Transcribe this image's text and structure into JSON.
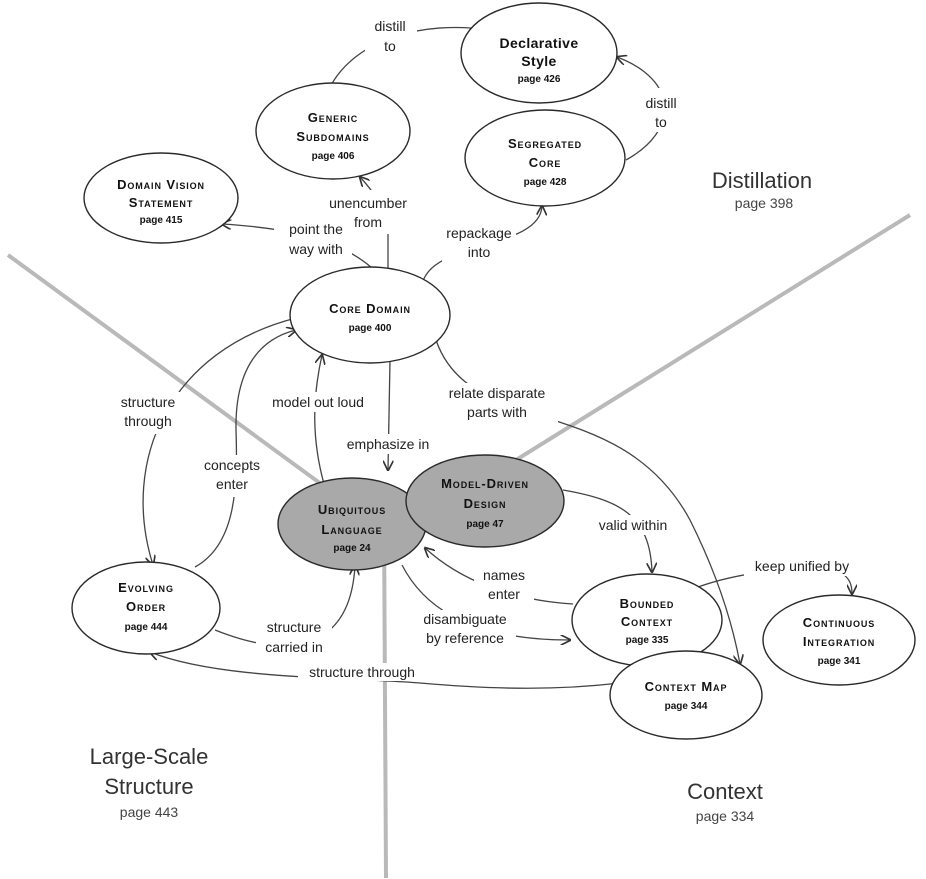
{
  "regions": {
    "distillation": {
      "name": "Distillation",
      "page": "page 398"
    },
    "large_scale": {
      "name_line1": "Large-Scale",
      "name_line2": "Structure",
      "page": "page 443"
    },
    "context": {
      "name": "Context",
      "page": "page 334"
    }
  },
  "nodes": {
    "declarative_style": {
      "title1": "Declarative",
      "title2": "Style",
      "page": "page 426"
    },
    "generic_subdomains": {
      "title1": "Generic",
      "title2": "Subdomains",
      "page": "page 406"
    },
    "segregated_core": {
      "title1": "Segregated",
      "title2": "Core",
      "page": "page 428"
    },
    "domain_vision": {
      "title1": "Domain Vision",
      "title2": "Statement",
      "page": "page 415"
    },
    "core_domain": {
      "title1": "Core Domain",
      "page": "page 400"
    },
    "ubiquitous_language": {
      "title1": "Ubiquitous",
      "title2": "Language",
      "page": "page 24"
    },
    "model_driven_design": {
      "title1": "Model-Driven",
      "title2": "Design",
      "page": "page 47"
    },
    "evolving_order": {
      "title1": "Evolving",
      "title2": "Order",
      "page": "page 444"
    },
    "bounded_context": {
      "title1": "Bounded",
      "title2": "Context",
      "page": "page 335"
    },
    "continuous_integration": {
      "title1": "Continuous",
      "title2": "Integration",
      "page": "page 341"
    },
    "context_map": {
      "title1": "Context Map",
      "page": "page 344"
    }
  },
  "edges": {
    "distill_to_1": {
      "line1": "distill",
      "line2": "to"
    },
    "distill_to_2": {
      "line1": "distill",
      "line2": "to"
    },
    "unencumber_from": {
      "line1": "unencumber",
      "line2": "from"
    },
    "point_the_way": {
      "line1": "point the",
      "line2": "way with"
    },
    "repackage_into": {
      "line1": "repackage",
      "line2": "into"
    },
    "structure_through": {
      "line1": "structure",
      "line2": "through"
    },
    "concepts_enter": {
      "line1": "concepts",
      "line2": "enter"
    },
    "model_out_loud": {
      "line1": "model out loud"
    },
    "emphasize_in": {
      "line1": "emphasize in"
    },
    "relate_disparate": {
      "line1": "relate disparate",
      "line2": "parts with"
    },
    "valid_within": {
      "line1": "valid within"
    },
    "keep_unified": {
      "line1": "keep unified by"
    },
    "names_enter": {
      "line1": "names",
      "line2": "enter"
    },
    "structure_carried": {
      "line1": "structure",
      "line2": "carried in"
    },
    "disambiguate": {
      "line1": "disambiguate",
      "line2": "by reference"
    },
    "structure_through_2": {
      "line1": "structure through"
    }
  }
}
